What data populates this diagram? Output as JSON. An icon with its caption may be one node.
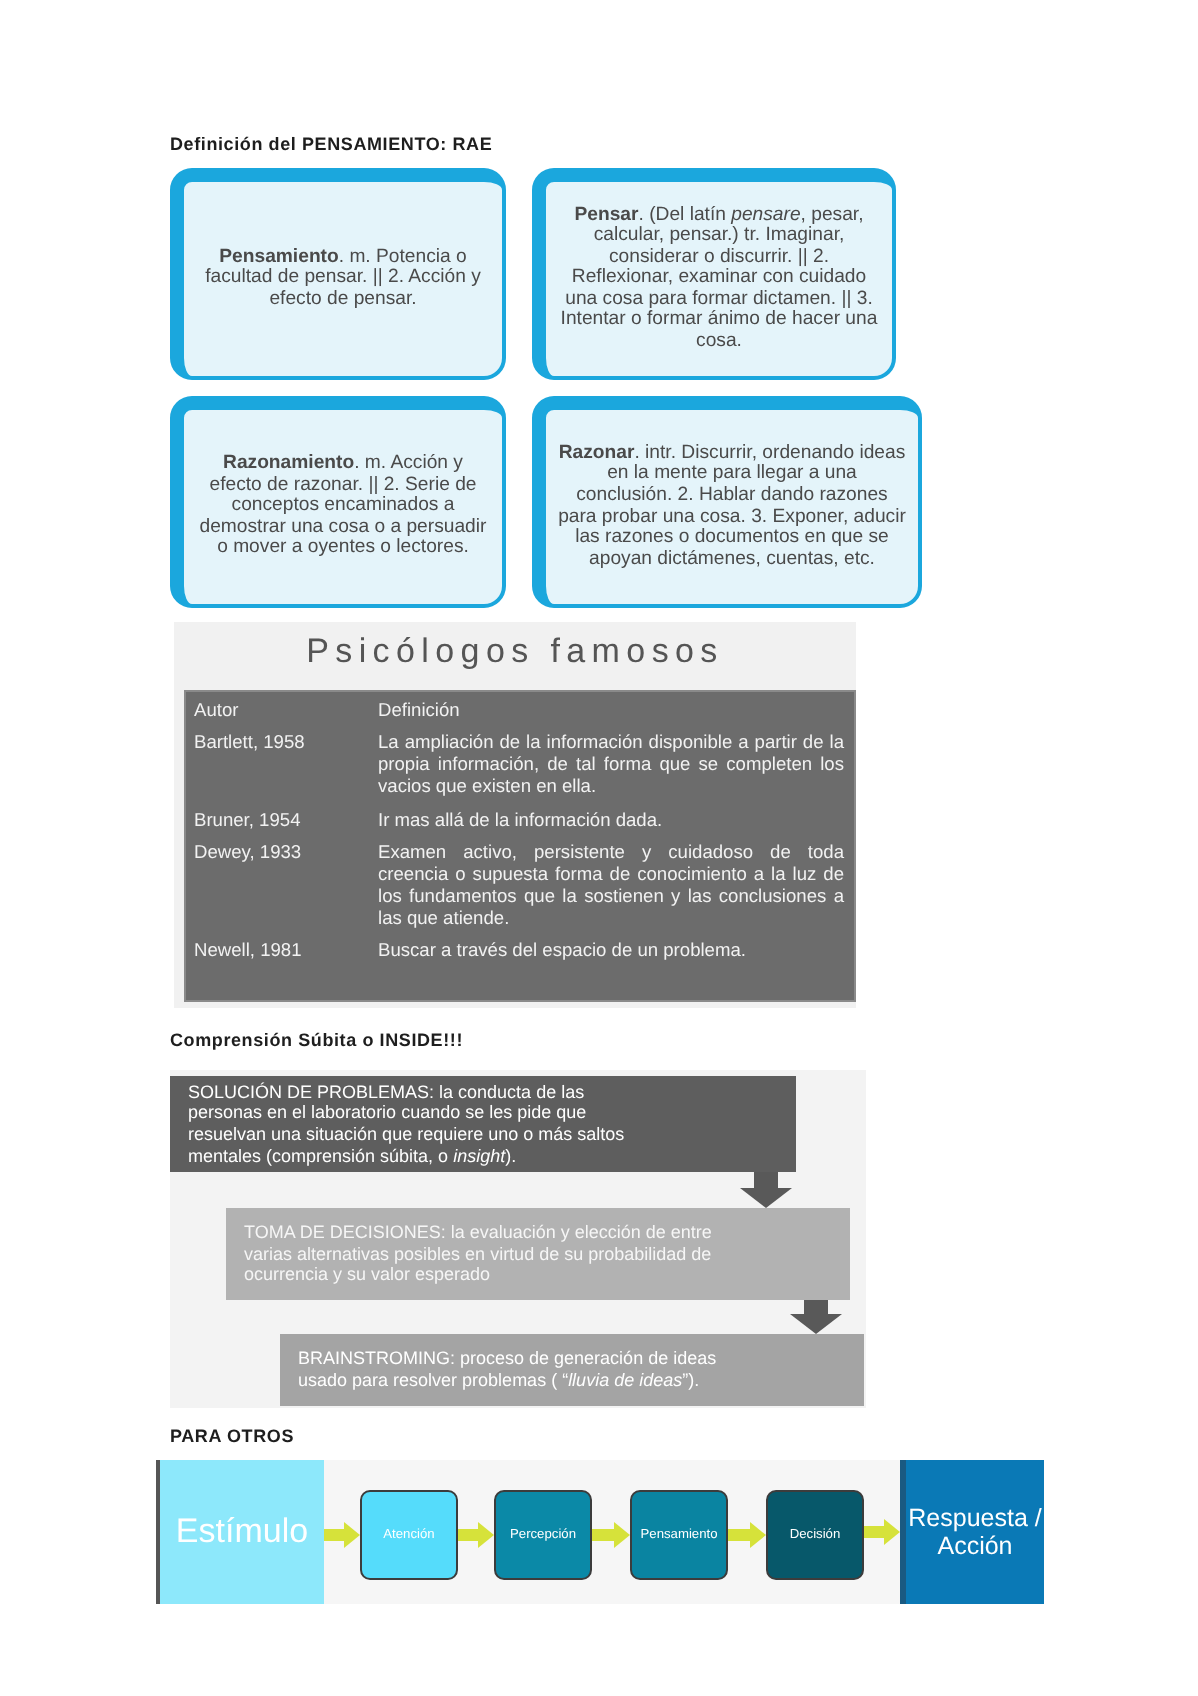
{
  "diagram": {
    "title": "Definición del PENSAMIENTO: RAE",
    "nodes": [
      {
        "text": [
          "**Pensamiento**. m. Potencia o facultad de pensar. || 2. Acción y efecto de pensar."
        ]
      },
      {
        "text": [
          "**Pensar**. (Del latín *pensare*, pesar, calcular, pensar.) tr. Imaginar, considerar o discurrir. || 2. Reflexionar, examinar con cuidado una cosa para formar dictamen. || 3. Intentar o formar ánimo de hacer una cosa."
        ]
      },
      {
        "text": [
          "**Razonamiento**. m. Acción y efecto de razonar. || 2. Serie de conceptos encaminados a demostrar una cosa o a persuadir o mover a oyentes o lectores."
        ]
      },
      {
        "text": [
          "**Razonar**. intr. Discurrir, ordenando ideas en la mente para llegar a una conclusión. 2. Hablar dando razones para probar una cosa. 3. Exponer, aducir las razones o documentos en que se apoyan dictámenes, cuentas, etc."
        ]
      },
      {
        "text": [
          "SOLUCIÓN DE PROBLEMAS: la conducta de las personas en el laboratorio cuando se les pide que resuelvan una situación que requiere uno o más saltos mentales (comprensión súbita, o *insight*)."
        ]
      },
      {
        "text": [
          "TOMA DE DECISIONES: la evaluación y elección de entre varias alternativas posibles en virtud de su probabilidad de ocurrencia y su valor esperado"
        ]
      },
      {
        "text": [
          "BRAINSTROMING: proceso de generación de ideas usado para resolver problemas ( “*lluvia de ideas*”)."
        ]
      },
      {
        "text": [
          "Estímulo"
        ]
      },
      {
        "text": [
          "Atención"
        ]
      },
      {
        "text": [
          "Percepción"
        ]
      },
      {
        "text": [
          "Pensamiento"
        ]
      },
      {
        "text": [
          "Decisión"
        ]
      },
      {
        "text": [
          "Respuesta / Acción"
        ]
      }
    ],
    "edges": [
      {
        "from": 4,
        "to": 5,
        "arrow": "to",
        "color": "#595959"
      },
      {
        "from": 5,
        "to": 6,
        "arrow": "to",
        "color": "#595959"
      },
      {
        "from": 7,
        "to": 8,
        "arrow": "to"
      },
      {
        "from": 8,
        "to": 9,
        "arrow": "to"
      },
      {
        "from": 9,
        "to": 10,
        "arrow": "to"
      },
      {
        "from": 10,
        "to": 11,
        "arrow": "to"
      },
      {
        "from": 11,
        "to": 12,
        "arrow": "to"
      }
    ],
    "labels": [
      "Psicólogos famosos",
      "Autor",
      "Definición",
      "Bartlett, 1958",
      "La ampliación de la información disponible a partir de la propia información, de tal forma que se completen los vacios que existen en ella.",
      "Bruner, 1954",
      "Ir mas allá de la información dada.",
      "Dewey, 1933",
      "Examen activo, persistente y cuidadoso de toda creencia o supuesta forma de conocimiento a la luz de los fundamentos que la sostienen y las conclusiones a las que atiende.",
      "Newell, 1981",
      "Buscar a través del espacio de un problema.",
      "Comprensión Súbita o INSIDE!!!",
      "PARA OTROS"
    ]
  }
}
